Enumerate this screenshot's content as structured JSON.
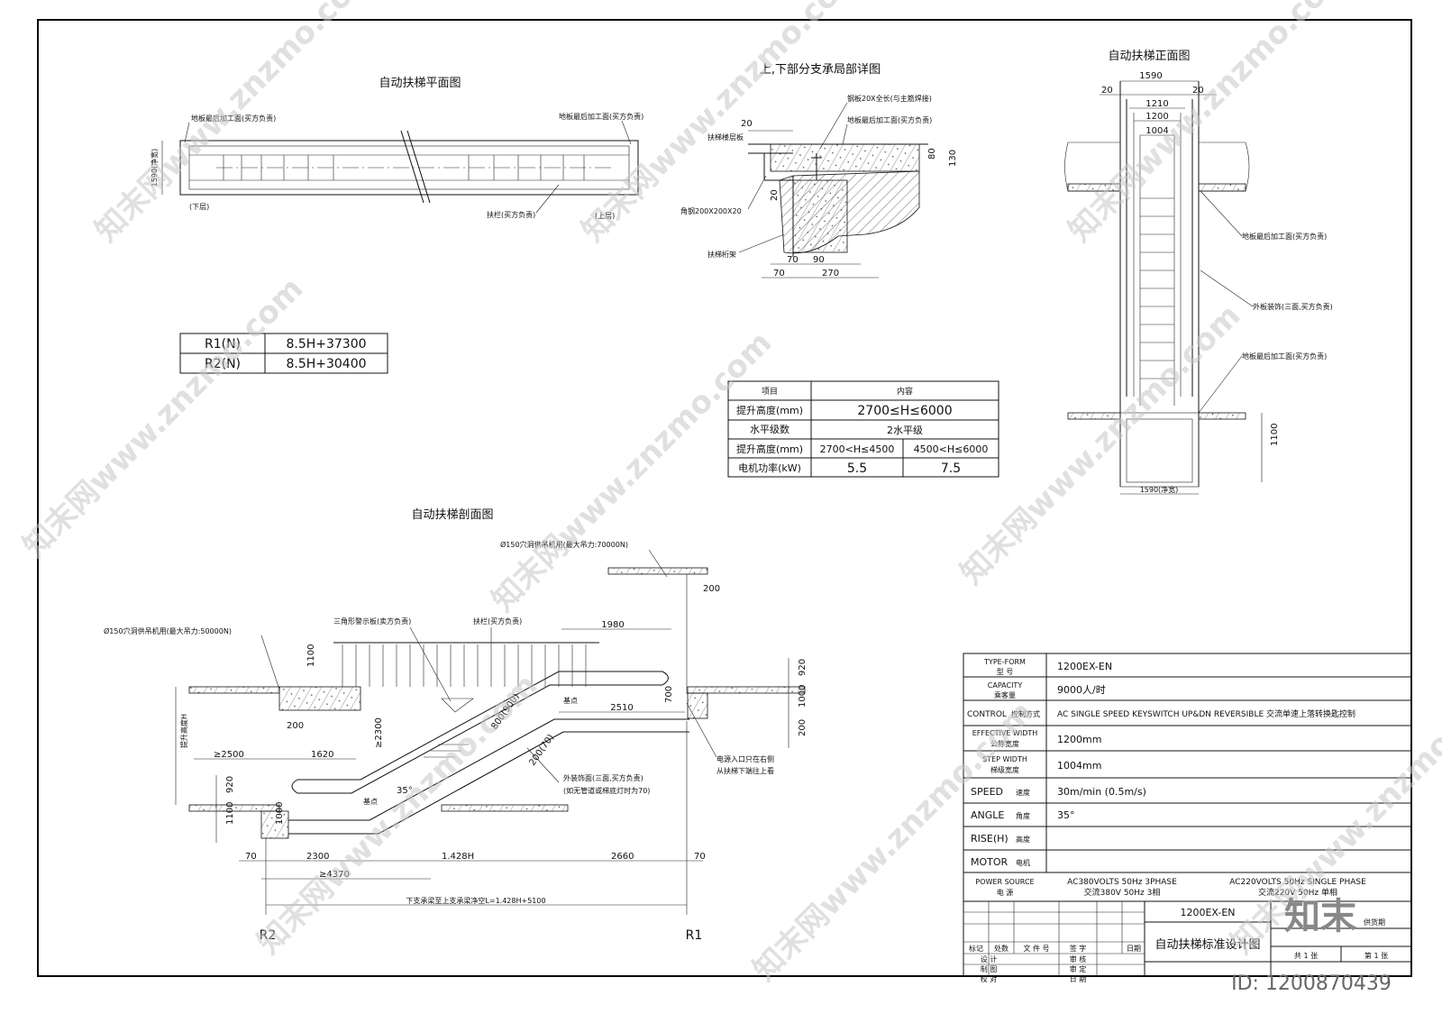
{
  "titles": {
    "plan": "自动扶梯平面图",
    "detail": "上,下部分支承局部详图",
    "front": "自动扶梯正面图",
    "section": "自动扶梯剖面图"
  },
  "plan": {
    "label_floor_left": "地板最后加工面(买方负责)",
    "label_floor_right": "地板最后加工面(买方负责)",
    "label_handrail": "扶栏(买方负责)",
    "label_lower": "(下层)",
    "label_upper": "(上层)",
    "dim_width": "1590(净宽)"
  },
  "reaction_table": {
    "rows": [
      {
        "key": "R1(N)",
        "value": "8.5H+37300"
      },
      {
        "key": "R2(N)",
        "value": "8.5H+30400"
      }
    ]
  },
  "detail": {
    "label_steel_plate": "钢板20X全长(与主筋焊接)",
    "label_floor": "地板最后加工面(买方负责)",
    "label_floor_plate": "扶梯楼层板",
    "label_angle": "角钢200X200X20",
    "label_truss": "扶梯桁架",
    "dims": [
      "20",
      "80",
      "130",
      "20",
      "70",
      "90",
      "70",
      "270"
    ]
  },
  "front": {
    "dims_top": [
      "1590",
      "20",
      "20",
      "1210",
      "1200",
      "1004"
    ],
    "label_floor1": "地板最后加工面(买方负责)",
    "label_cladding": "外板装饰(三面,买方负责)",
    "label_floor2": "地板最后加工面(买方负责)",
    "dim_1100": "1100",
    "dim_bottom": "1590(净宽)"
  },
  "spec_table": {
    "header": [
      "项目",
      "内容"
    ],
    "rows": [
      [
        "提升高度(mm)",
        "2700≤H≤6000"
      ],
      [
        "水平级数",
        "2水平级"
      ]
    ],
    "row3": [
      "提升高度(mm)",
      "2700<H≤4500",
      "4500<H≤6000"
    ],
    "row4": [
      "电机功率(kW)",
      "5.5",
      "7.5"
    ]
  },
  "section": {
    "label_hole_top": "Ø150穴洞供吊机用(最大吊力:70000N)",
    "label_hole_left": "Ø150穴洞供吊机用(最大吊力:50000N)",
    "label_warning": "三角形警示板(卖方负责)",
    "label_handrail": "扶栏(买方负责)",
    "label_base_top": "基点",
    "label_base_bottom": "基点",
    "label_cladding": "外装饰面(三面,买方负责)",
    "label_cladding2": "(如无管道或梯底灯时为70)",
    "label_power1": "电源入口只在右侧",
    "label_power2": "从扶梯下端往上看",
    "label_rise": "提升高度H",
    "label_overall": "下支承梁至上支承梁净空L=1.428H+5100",
    "r2": "R2",
    "r1": "R1",
    "dims": {
      "d200_top": "200",
      "d1980": "1980",
      "d1100_top": "1100",
      "d920_r": "920",
      "d1000_r": "1000",
      "d200_r": "200",
      "d700": "700",
      "d2510": "2510",
      "d200_l": "200",
      "d2500": "≥2500",
      "d1620": "1620",
      "d2300v": "≥2300",
      "d800": "800(900)",
      "d200_70": "200(70)",
      "d35": "35°",
      "d920_l": "920",
      "d1100_l": "1100",
      "d1000_l": "1000",
      "d70_l": "70",
      "d2300": "2300",
      "d1428": "1.428H",
      "d2660": "2660",
      "d70_r": "70",
      "d4370": "≥4370"
    }
  },
  "title_block": {
    "rows": [
      {
        "en": "TYPE-FORM",
        "cn": "型  号",
        "value": "1200EX-EN"
      },
      {
        "en": "CAPACITY",
        "cn": "乘客量",
        "value": "9000人/时"
      },
      {
        "en": "CONTROL",
        "cn": "控制方式",
        "value": "AC SINGLE SPEED KEYSWITCH UP&DN REVERSIBLE 交流单速上落转换匙控制"
      },
      {
        "en": "EFFECTIVE WIDTH",
        "cn": "公称宽度",
        "value": "1200mm"
      },
      {
        "en": "STEP WIDTH",
        "cn": "梯级宽度",
        "value": "1004mm"
      },
      {
        "en": "SPEED",
        "cn": "速度",
        "value": "30m/min    (0.5m/s)"
      },
      {
        "en": "ANGLE",
        "cn": "角度",
        "value": "35°"
      },
      {
        "en": "RISE(H)",
        "cn": "高度",
        "value": ""
      },
      {
        "en": "MOTOR",
        "cn": "电机",
        "value": ""
      }
    ],
    "power": {
      "en": "POWER SOURCE",
      "cn": "电  源",
      "v1_en": "AC380VOLTS 50Hz 3PHASE",
      "v1_cn": "交流380V 50Hz 3相",
      "v2_en": "AC220VOLTS 50Hz SINGLE PHASE",
      "v2_cn": "交流220V 50Hz 单相"
    },
    "model": "1200EX-EN",
    "drawing_title": "自动扶梯标准设计图",
    "supplier": "供货期",
    "sheets_total": "共 1 张",
    "sheet_no": "第 1 张",
    "headers": [
      "标记",
      "处数",
      "文 件 号",
      "签    字",
      "日期"
    ],
    "signoff_left": [
      "设    计",
      "制    图",
      "校    对"
    ],
    "signoff_right": [
      "审    核",
      "审    定",
      "日    期"
    ]
  },
  "watermark": {
    "text": "知末网www.znzmo.com",
    "brand": "知末",
    "id": "ID: 1200870439"
  }
}
